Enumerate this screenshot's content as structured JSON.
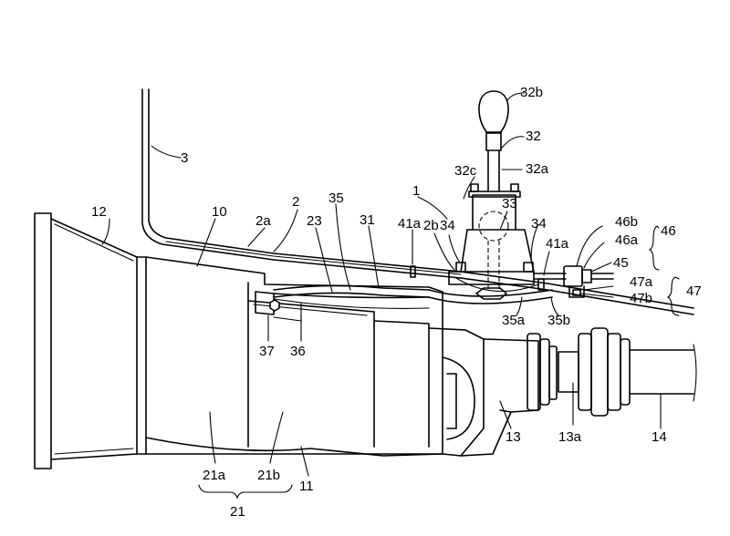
{
  "labels": {
    "n1": "1",
    "n2": "2",
    "n2a": "2a",
    "n2b": "2b",
    "n3": "3",
    "n10": "10",
    "n11": "11",
    "n12": "12",
    "n13": "13",
    "n13a": "13a",
    "n14": "14",
    "n21": "21",
    "n21a": "21a",
    "n21b": "21b",
    "n23": "23",
    "n31": "31",
    "n32": "32",
    "n32a": "32a",
    "n32b": "32b",
    "n32c": "32c",
    "n33": "33",
    "n34l": "34",
    "n34r": "34",
    "n35": "35",
    "n35a": "35a",
    "n35b": "35b",
    "n36": "36",
    "n37": "37",
    "n41a_l": "41a",
    "n41a_r": "41a",
    "n45": "45",
    "n46": "46",
    "n46a": "46a",
    "n46b": "46b",
    "n47": "47",
    "n47a": "47a",
    "n47b": "47b"
  }
}
